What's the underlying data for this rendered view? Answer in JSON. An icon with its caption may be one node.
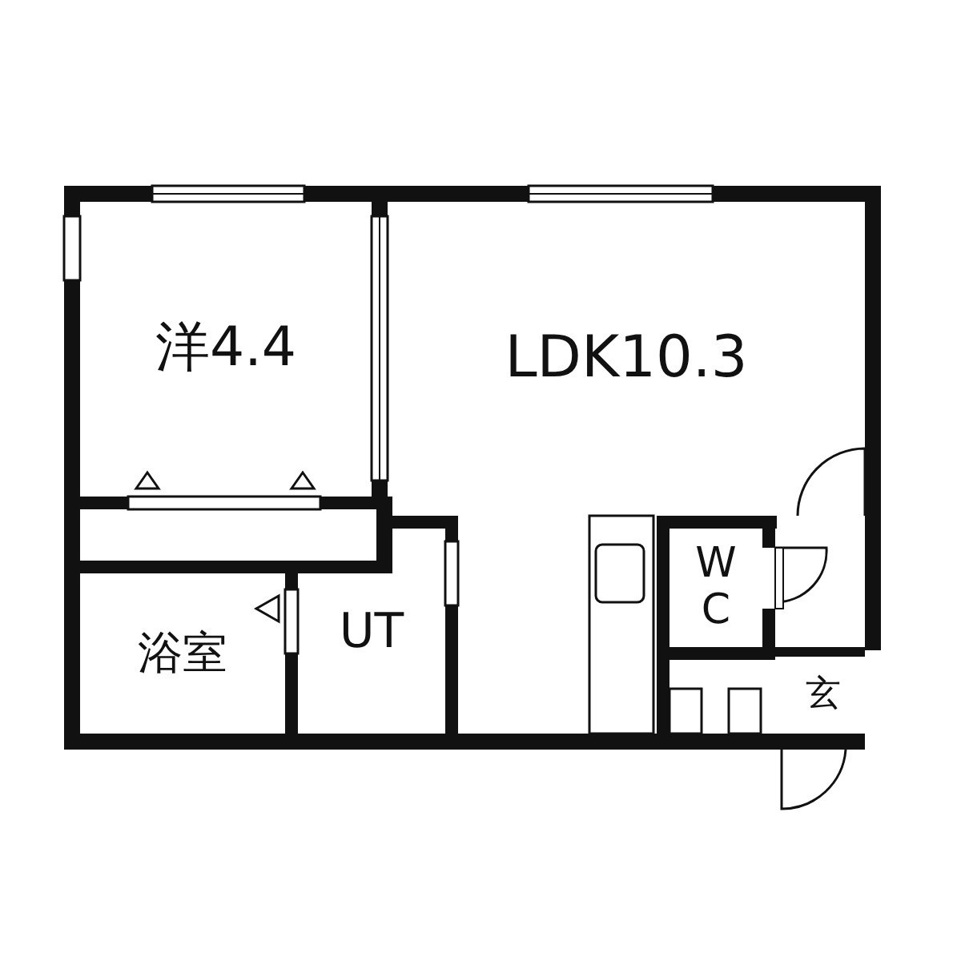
{
  "diagram": {
    "nodes": [
      {
        "text": [
          "洋4.4"
        ]
      },
      {
        "text": [
          "LDK10.3"
        ]
      },
      {
        "text": [
          "浴室"
        ]
      },
      {
        "text": [
          "UT"
        ]
      },
      {
        "text": [
          "W C"
        ]
      },
      {
        "text": [
          "玄"
        ]
      }
    ]
  }
}
